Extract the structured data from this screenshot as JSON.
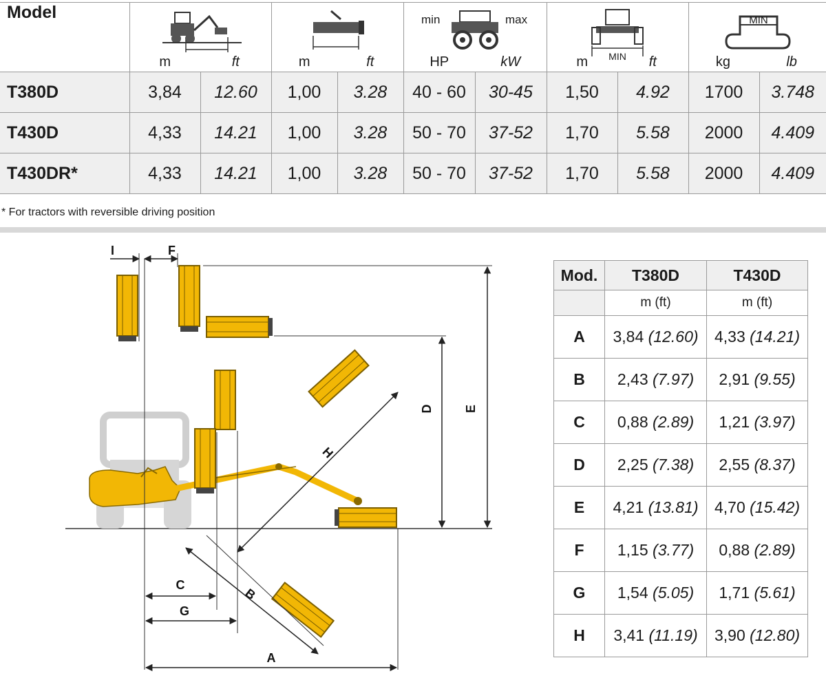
{
  "spec_table": {
    "model_header": "Model",
    "groups": [
      {
        "icon": "reach-icon",
        "unit_left": "m",
        "unit_right": "ft"
      },
      {
        "icon": "cutting-width-icon",
        "unit_left": "m",
        "unit_right": "ft"
      },
      {
        "icon": "tractor-power-icon",
        "min_label": "min",
        "max_label": "max",
        "unit_left": "HP",
        "unit_right": "kW"
      },
      {
        "icon": "tractor-width-icon",
        "min_label": "MIN",
        "unit_left": "m",
        "unit_right": "ft"
      },
      {
        "icon": "tractor-weight-icon",
        "min_label": "MIN",
        "unit_left": "kg",
        "unit_right": "lb"
      }
    ],
    "rows": [
      {
        "model": "T380D",
        "cells": [
          "3,84",
          "12.60",
          "1,00",
          "3.28",
          "40 - 60",
          "30-45",
          "1,50",
          "4.92",
          "1700",
          "3.748"
        ]
      },
      {
        "model": "T430D",
        "cells": [
          "4,33",
          "14.21",
          "1,00",
          "3.28",
          "50 - 70",
          "37-52",
          "1,70",
          "5.58",
          "2000",
          "4.409"
        ]
      },
      {
        "model": "T430DR*",
        "cells": [
          "4,33",
          "14.21",
          "1,00",
          "3.28",
          "50 - 70",
          "37-52",
          "1,70",
          "5.58",
          "2000",
          "4.409"
        ]
      }
    ],
    "footnote": "* For tractors with reversible driving position"
  },
  "diagram": {
    "labels": {
      "A": "A",
      "B": "B",
      "C": "C",
      "D": "D",
      "E": "E",
      "F": "F",
      "G": "G",
      "H": "H",
      "I": "I"
    },
    "colors": {
      "mower": "#f2b705",
      "mower_dark": "#8a6a00",
      "tractor": "#d2d2d2",
      "lines": "#333333"
    }
  },
  "dims_table": {
    "header": [
      "Mod.",
      "T380D",
      "T430D"
    ],
    "units": [
      "m (ft)",
      "m (ft)"
    ],
    "rows": [
      {
        "label": "A",
        "t380": "3,84",
        "t380ft": "(12.60)",
        "t430": "4,33",
        "t430ft": "(14.21)"
      },
      {
        "label": "B",
        "t380": "2,43",
        "t380ft": "(7.97)",
        "t430": "2,91",
        "t430ft": "(9.55)"
      },
      {
        "label": "C",
        "t380": "0,88",
        "t380ft": "(2.89)",
        "t430": "1,21",
        "t430ft": "(3.97)"
      },
      {
        "label": "D",
        "t380": "2,25",
        "t380ft": "(7.38)",
        "t430": "2,55",
        "t430ft": "(8.37)"
      },
      {
        "label": "E",
        "t380": "4,21",
        "t380ft": "(13.81)",
        "t430": "4,70",
        "t430ft": "(15.42)"
      },
      {
        "label": "F",
        "t380": "1,15",
        "t380ft": "(3.77)",
        "t430": "0,88",
        "t430ft": "(2.89)"
      },
      {
        "label": "G",
        "t380": "1,54",
        "t380ft": "(5.05)",
        "t430": "1,71",
        "t430ft": "(5.61)"
      },
      {
        "label": "H",
        "t380": "3,41",
        "t380ft": "(11.19)",
        "t430": "3,90",
        "t430ft": "(12.80)"
      }
    ]
  }
}
